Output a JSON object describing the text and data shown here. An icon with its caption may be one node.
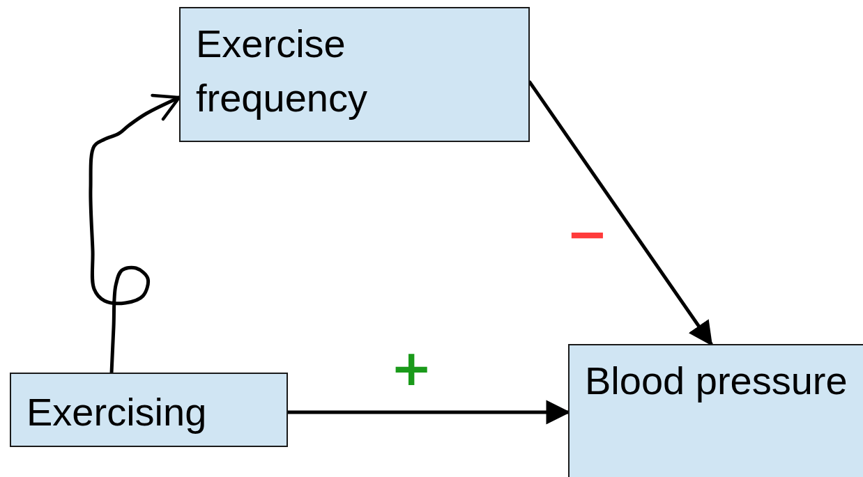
{
  "diagram": {
    "nodes": [
      {
        "text": [
          "Exercise frequency"
        ]
      },
      {
        "text": [
          "Exercising"
        ]
      },
      {
        "text": [
          "Blood pressure"
        ]
      }
    ],
    "edges": [
      {
        "from": 1,
        "to": 0,
        "arrow": "to"
      },
      {
        "from": 0,
        "to": 2,
        "arrow": "to",
        "label": "−"
      },
      {
        "from": 1,
        "to": 2,
        "arrow": "to",
        "label": "+"
      }
    ]
  }
}
